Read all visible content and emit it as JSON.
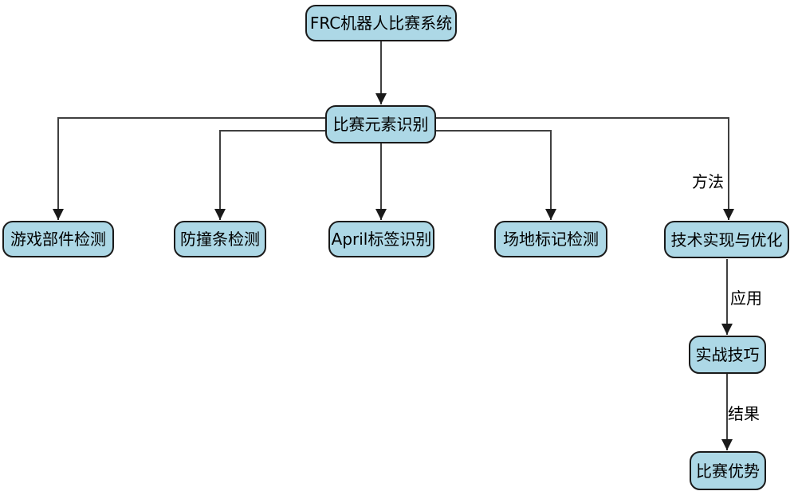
{
  "diagram": {
    "type": "flowchart",
    "colors": {
      "background": "#ffffff",
      "node_fill": "#add8e6",
      "node_border": "#1a1a1a",
      "edge_line": "#404040",
      "text": "#000000"
    },
    "nodes": {
      "root": {
        "label": "FRC机器人比赛系统"
      },
      "elements": {
        "label": "比赛元素识别"
      },
      "game_piece": {
        "label": "游戏部件检测"
      },
      "bumper": {
        "label": "防撞条检测"
      },
      "april_tag": {
        "label": "April标签识别"
      },
      "field_marker": {
        "label": "场地标记检测"
      },
      "tech": {
        "label": "技术实现与优化"
      },
      "practical": {
        "label": "实战技巧"
      },
      "advantage": {
        "label": "比赛优势"
      }
    },
    "edges": [
      {
        "from": "FRC机器人比赛系统",
        "to": "比赛元素识别",
        "label": ""
      },
      {
        "from": "比赛元素识别",
        "to": "游戏部件检测",
        "label": ""
      },
      {
        "from": "比赛元素识别",
        "to": "防撞条检测",
        "label": ""
      },
      {
        "from": "比赛元素识别",
        "to": "April标签识别",
        "label": ""
      },
      {
        "from": "比赛元素识别",
        "to": "场地标记检测",
        "label": ""
      },
      {
        "from": "比赛元素识别",
        "to": "技术实现与优化",
        "label": "方法"
      },
      {
        "from": "技术实现与优化",
        "to": "实战技巧",
        "label": "应用"
      },
      {
        "from": "实战技巧",
        "to": "比赛优势",
        "label": "结果"
      }
    ]
  }
}
